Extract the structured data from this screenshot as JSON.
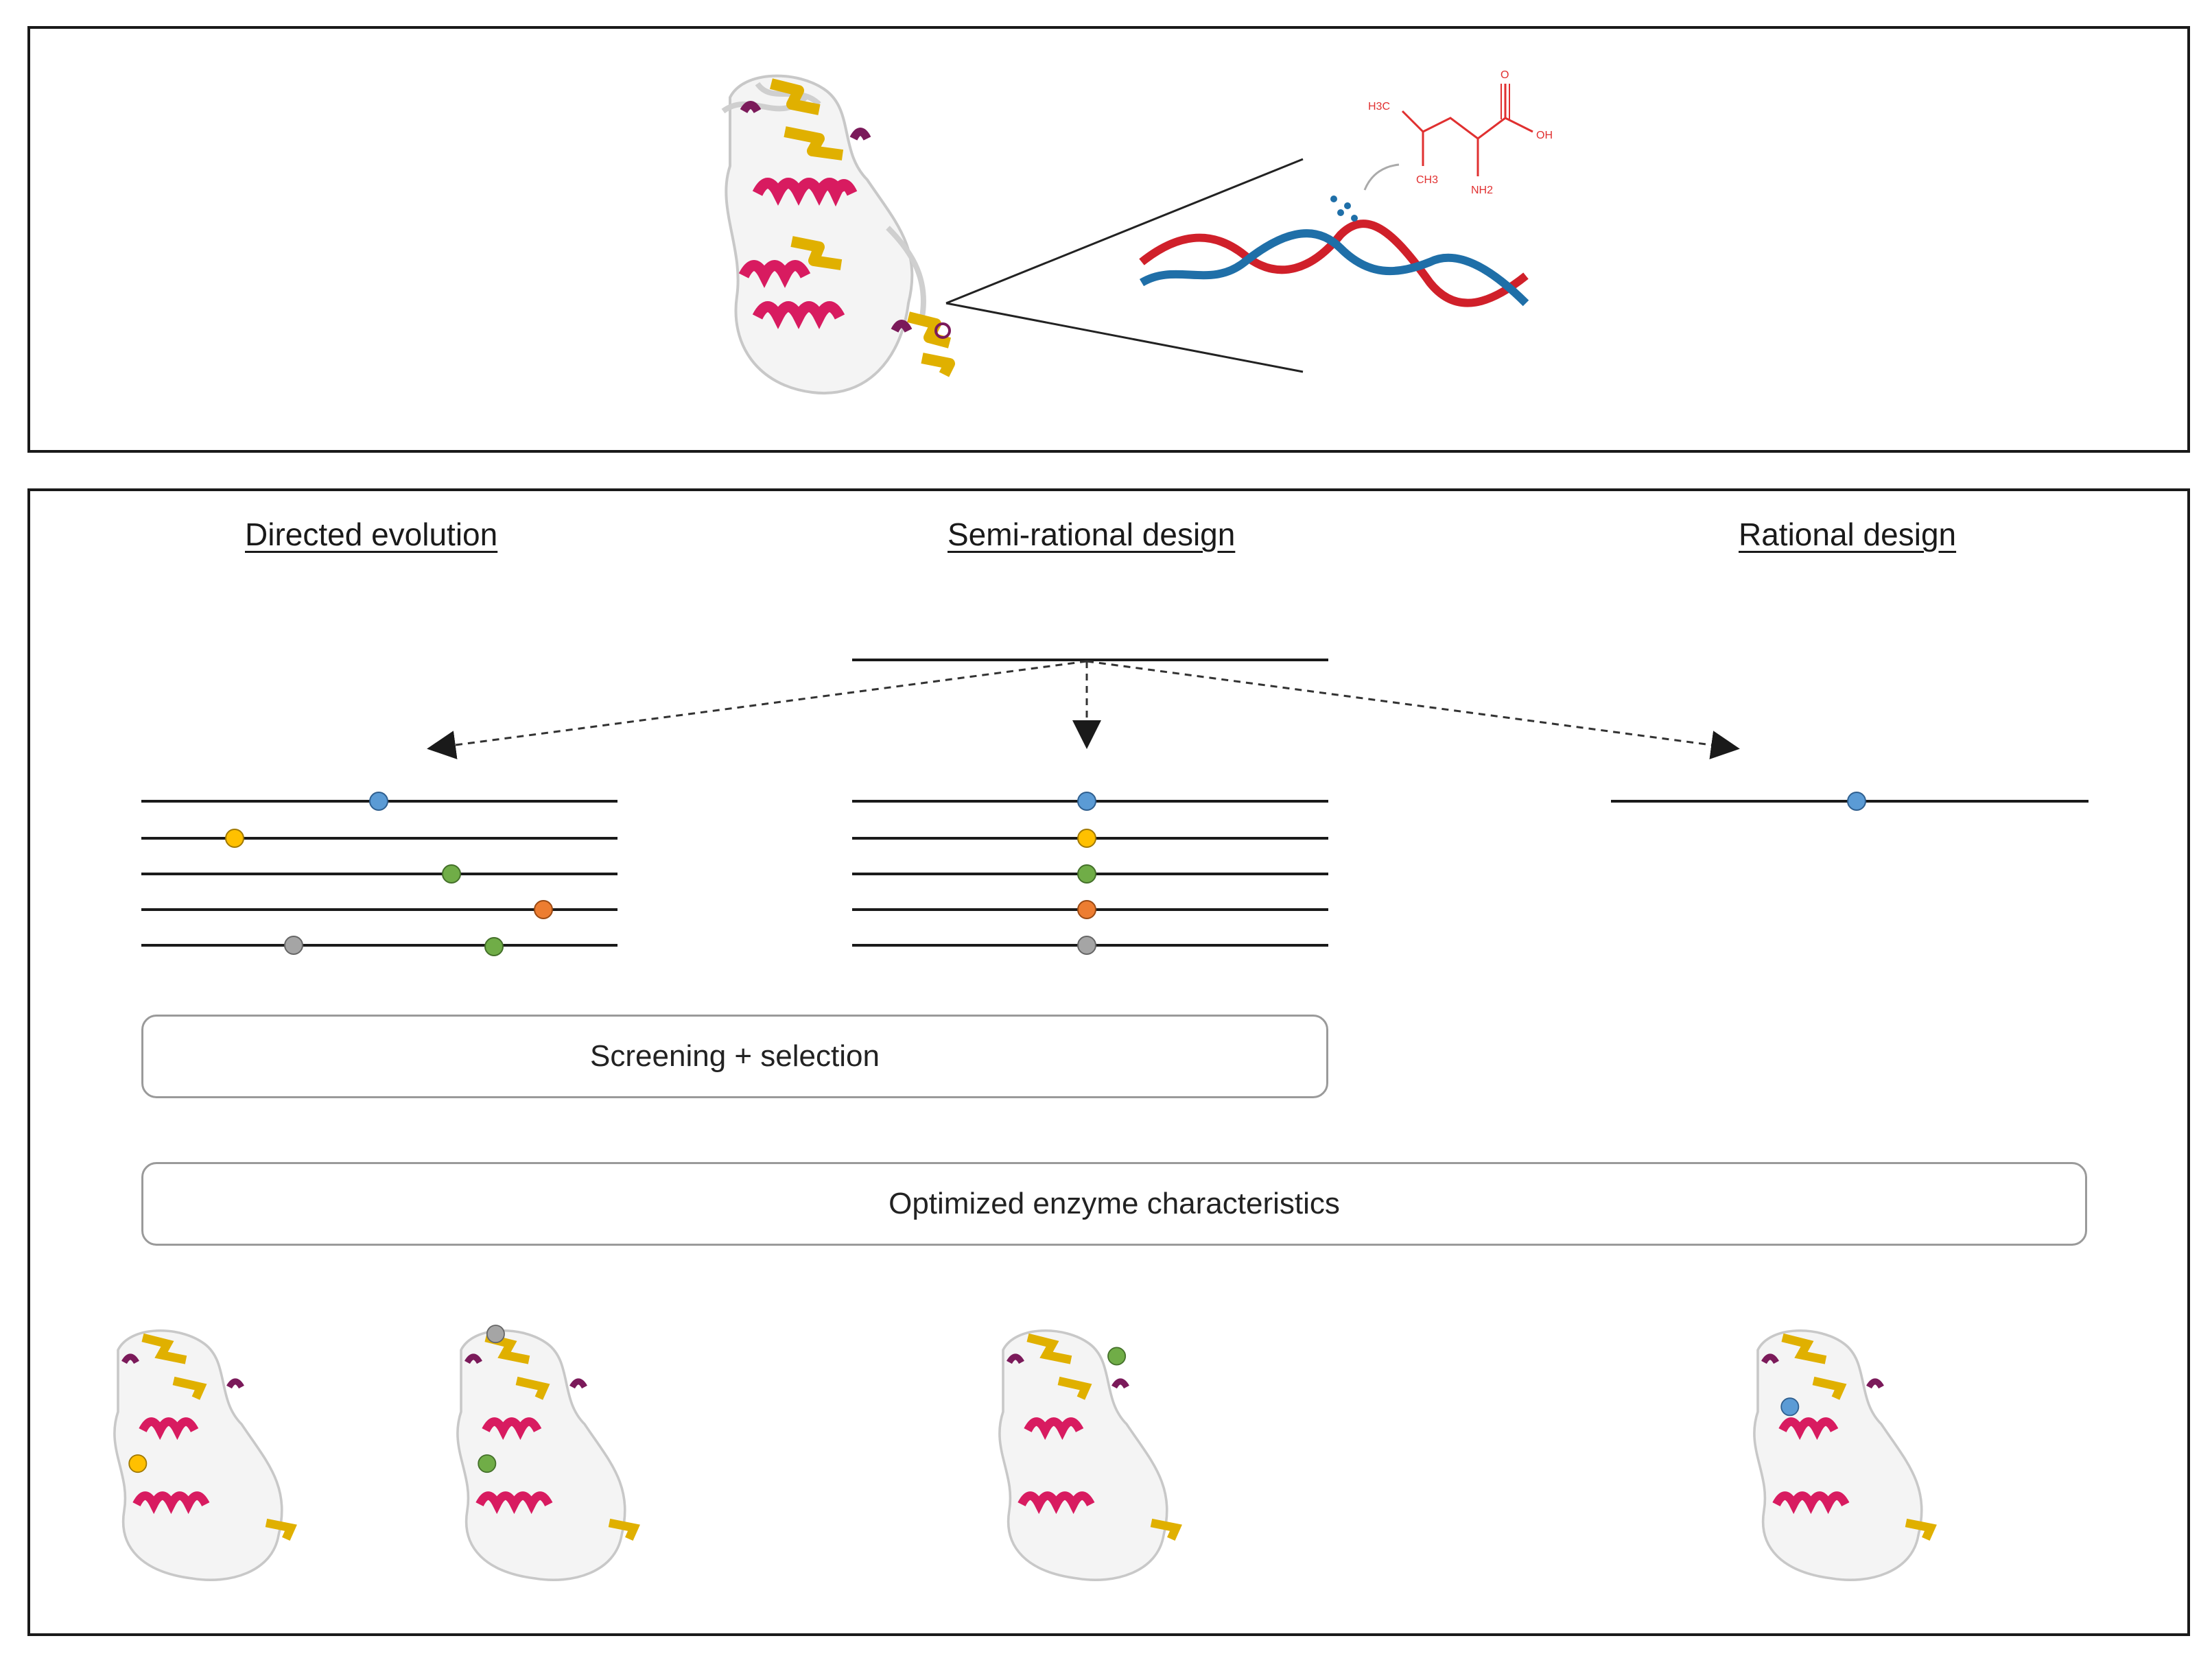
{
  "headings": {
    "directed": "Directed evolution",
    "semi_rational": "Semi-rational design",
    "rational": "Rational design"
  },
  "boxes": {
    "screening": "Screening + selection",
    "optimized": "Optimized enzyme characteristics"
  },
  "molecule": {
    "labels": {
      "methyl_top": "H3C",
      "methyl_bottom": "CH3",
      "amine": "NH2",
      "carbonyl": "O",
      "hydroxyl": "OH"
    }
  },
  "colors": {
    "blue": "#5b9bd5",
    "yellow": "#ffc000",
    "green": "#70ad47",
    "orange": "#ed7d31",
    "gray": "#a5a5a5",
    "helix": "#d81b60",
    "strand": "#e0b000",
    "turn": "#7b1a5a",
    "dna_red": "#d0202a",
    "dna_blue": "#1f6fa8",
    "molecule": "#e03030"
  }
}
